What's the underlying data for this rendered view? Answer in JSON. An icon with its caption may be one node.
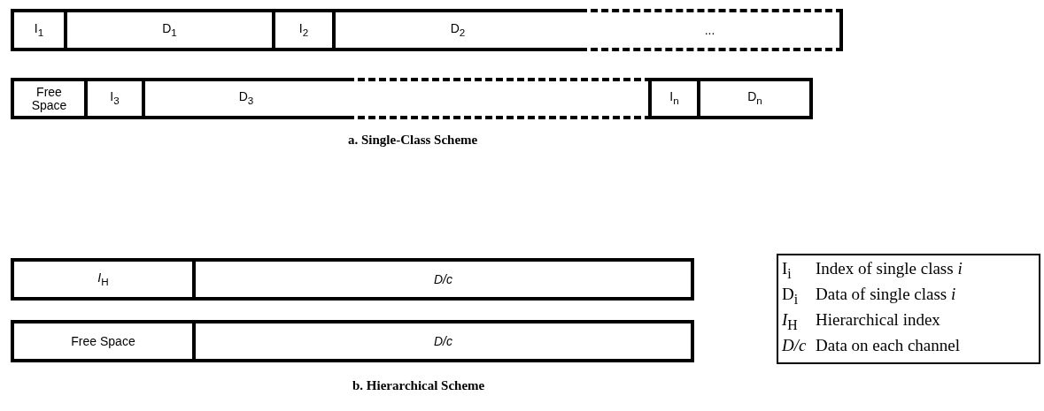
{
  "diagram": {
    "nodes": [
      {
        "text": [
          "I$_{1}$"
        ]
      },
      {
        "text": [
          "D$_{1}$"
        ]
      },
      {
        "text": [
          "I$_{2}$"
        ]
      },
      {
        "text": [
          "D$_{2}$"
        ]
      },
      {
        "text": [
          "..."
        ]
      },
      {
        "text": [
          "Free Space"
        ]
      },
      {
        "text": [
          "I$_{3}$"
        ]
      },
      {
        "text": [
          "D$_{3}$"
        ]
      },
      {
        "text": [],
        "shape": "box"
      },
      {
        "text": [
          "I$_{n}$"
        ]
      },
      {
        "text": [
          "D$_{n}$"
        ]
      },
      {
        "text": [
          "*I*$_{H}$"
        ]
      },
      {
        "text": [
          "*D/c*"
        ]
      },
      {
        "text": [
          "Free Space"
        ]
      },
      {
        "text": [
          "*D/c*"
        ]
      }
    ],
    "labels": [
      "a. Single-Class Scheme",
      "I$_{i}$",
      "Index of single class *i*",
      "D$_{i}$",
      "Data of single class *i*",
      "*I*$_{H}$",
      "Hierarchical index",
      "*D/c*",
      "Data on each channel",
      "b. Hierarchical Scheme"
    ]
  }
}
